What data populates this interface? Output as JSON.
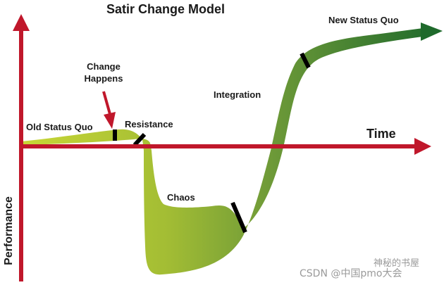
{
  "title": "Satir Change Model",
  "axes": {
    "x_label": "Time",
    "y_label": "Performance"
  },
  "stages": {
    "old_status_quo": "Old Status Quo",
    "change_happens_line1": "Change",
    "change_happens_line2": "Happens",
    "resistance": "Resistance",
    "chaos": "Chaos",
    "integration": "Integration",
    "new_status_quo": "New Status Quo"
  },
  "watermark": {
    "line1": "神秘的书屋",
    "line2": "CSDN @中国pmo大会"
  },
  "colors": {
    "axis": "#c0172b",
    "curve_start": "#c8d736",
    "curve_end": "#1f6a2c",
    "marker": "#000000",
    "text": "#1a1a1a"
  }
}
